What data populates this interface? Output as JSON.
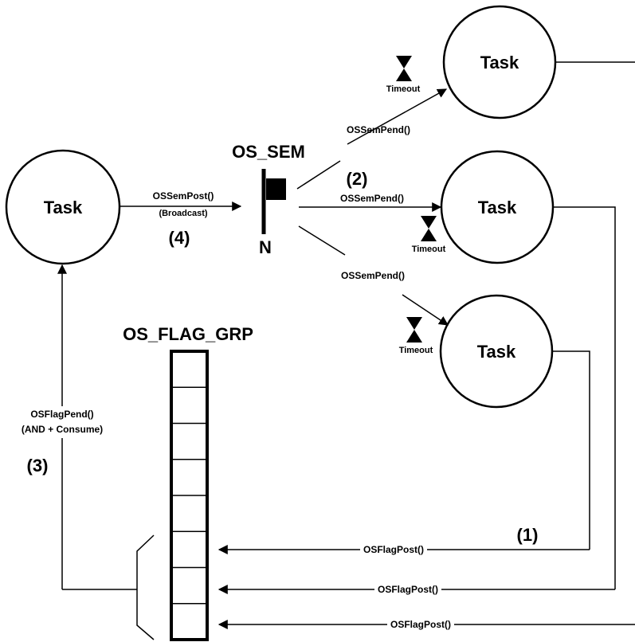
{
  "task_label": "Task",
  "semaphore": {
    "title": "OS_SEM",
    "count_label": "N"
  },
  "flag_group": {
    "title": "OS_FLAG_GRP"
  },
  "timeout_label": "Timeout",
  "post_call": {
    "line1": "OSSemPost()",
    "line2": "(Broadcast)",
    "step": "(4)"
  },
  "pend_call": "OSSemPend()",
  "pend_step": "(2)",
  "flag_pend": {
    "line1": "OSFlagPend()",
    "line2": "(AND + Consume)",
    "step": "(3)"
  },
  "flag_post": "OSFlagPost()",
  "flag_post_step": "(1)"
}
